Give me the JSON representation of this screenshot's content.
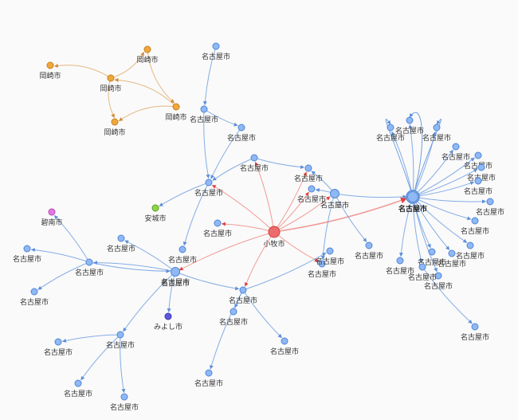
{
  "colors": {
    "default": "#8fb8f4",
    "default_stroke": "#4f86d6",
    "default_edge": "#6f9fe0",
    "okazaki": "#f0a83c",
    "okazaki_stroke": "#c7801a",
    "okazaki_edge": "#e0aa6a",
    "komaki": "#ee6b6b",
    "komaki_stroke": "#c94343",
    "komaki_edge": "#ef8a84",
    "anjo": "#8ed44a",
    "anjo_stroke": "#5f9d25",
    "hekinan": "#e476e6",
    "hekinan_stroke": "#b049b2",
    "miyoshi": "#5d57e0",
    "miyoshi_stroke": "#3a35a8"
  },
  "nodes": [
    {
      "id": "ok1",
      "label": "岡崎市",
      "group": "okazaki"
    },
    {
      "id": "ok2",
      "label": "岡崎市",
      "group": "okazaki"
    },
    {
      "id": "ok3",
      "label": "岡崎市",
      "group": "okazaki"
    },
    {
      "id": "ok4",
      "label": "岡崎市",
      "group": "okazaki"
    },
    {
      "id": "ok5",
      "label": "岡崎市",
      "group": "okazaki"
    },
    {
      "id": "n_top",
      "label": "名古屋市",
      "group": "default"
    },
    {
      "id": "n_a",
      "label": "名古屋市",
      "group": "default"
    },
    {
      "id": "n_b",
      "label": "名古屋市",
      "group": "default"
    },
    {
      "id": "n_c",
      "label": "名古屋市",
      "group": "default"
    },
    {
      "id": "n_d",
      "label": "名古屋市",
      "group": "default"
    },
    {
      "id": "n_e",
      "label": "名古屋市",
      "group": "default"
    },
    {
      "id": "n_f",
      "label": "名古屋市",
      "group": "default"
    },
    {
      "id": "n_g",
      "label": "名古屋市",
      "group": "default"
    },
    {
      "id": "n_h",
      "label": "名古屋市",
      "group": "default"
    },
    {
      "id": "n_i",
      "label": "名古屋市",
      "group": "default"
    },
    {
      "id": "n_j",
      "label": "名古屋市",
      "group": "default"
    },
    {
      "id": "n_k",
      "label": "名古屋市",
      "group": "default"
    },
    {
      "id": "komaki",
      "label": "小牧市",
      "group": "komaki"
    },
    {
      "id": "anjo",
      "label": "安城市",
      "group": "anjo"
    },
    {
      "id": "hekinan",
      "label": "碧南市",
      "group": "hekinan"
    },
    {
      "id": "miyoshi",
      "label": "みよし市",
      "group": "miyoshi"
    },
    {
      "id": "n_l",
      "label": "名古屋市",
      "group": "default"
    },
    {
      "id": "n_m",
      "label": "名古屋市",
      "group": "default"
    },
    {
      "id": "n_n",
      "label": "名古屋市",
      "group": "default"
    },
    {
      "id": "n_o",
      "label": "名古屋市",
      "group": "default"
    },
    {
      "id": "n_p",
      "label": "名古屋市",
      "group": "default"
    },
    {
      "id": "n_q",
      "label": "名古屋市",
      "group": "default"
    },
    {
      "id": "n_r",
      "label": "名古屋市",
      "group": "default"
    },
    {
      "id": "n_s",
      "label": "名古屋市",
      "group": "default"
    },
    {
      "id": "n_t",
      "label": "名古屋市",
      "group": "default"
    },
    {
      "id": "n_u",
      "label": "名古屋市",
      "group": "default"
    },
    {
      "id": "n_v",
      "label": "名古屋市",
      "group": "default"
    },
    {
      "id": "n_w",
      "label": "名古屋市",
      "group": "default"
    },
    {
      "id": "n_x",
      "label": "名古屋市",
      "group": "default"
    },
    {
      "id": "n_y",
      "label": "名古屋市",
      "group": "default"
    },
    {
      "id": "n_z",
      "label": "名古屋市",
      "group": "default"
    },
    {
      "id": "hub",
      "label": "名古屋市",
      "group": "default",
      "bold": true
    },
    {
      "id": "h1",
      "label": "名古屋市",
      "group": "default"
    },
    {
      "id": "h2",
      "label": "名古屋市",
      "group": "default"
    },
    {
      "id": "h3",
      "label": "名古屋市",
      "group": "default"
    },
    {
      "id": "h4",
      "label": "名古屋市",
      "group": "default"
    },
    {
      "id": "h5",
      "label": "名古屋市",
      "group": "default"
    },
    {
      "id": "h6",
      "label": "名古屋市",
      "group": "default"
    },
    {
      "id": "h7",
      "label": "名古屋市",
      "group": "default"
    },
    {
      "id": "h8",
      "label": "名古屋市",
      "group": "default"
    },
    {
      "id": "h9",
      "label": "名古屋市",
      "group": "default"
    },
    {
      "id": "h10",
      "label": "名古屋市",
      "group": "default"
    },
    {
      "id": "h11",
      "label": "名古屋市",
      "group": "default"
    },
    {
      "id": "h12",
      "label": "名古屋市",
      "group": "default"
    },
    {
      "id": "h13",
      "label": "名古屋市",
      "group": "default"
    },
    {
      "id": "h14",
      "label": "名古屋市",
      "group": "default"
    },
    {
      "id": "h15",
      "label": "名古屋市",
      "group": "default"
    },
    {
      "id": "h16",
      "label": "名古屋市",
      "group": "default"
    }
  ],
  "edges": [
    {
      "from": "ok2",
      "to": "ok1",
      "group": "okazaki"
    },
    {
      "from": "ok2",
      "to": "ok3",
      "group": "okazaki"
    },
    {
      "from": "ok2",
      "to": "ok5",
      "group": "okazaki"
    },
    {
      "from": "ok3",
      "to": "ok4",
      "group": "okazaki"
    },
    {
      "from": "ok4",
      "to": "ok2",
      "group": "okazaki"
    },
    {
      "from": "ok4",
      "to": "ok5",
      "group": "okazaki"
    },
    {
      "from": "n_top",
      "to": "n_a",
      "group": "default"
    },
    {
      "from": "n_a",
      "to": "n_b",
      "group": "default"
    },
    {
      "from": "n_a",
      "to": "n_d",
      "group": "default"
    },
    {
      "from": "n_b",
      "to": "n_d",
      "group": "default"
    },
    {
      "from": "n_c",
      "to": "n_d",
      "group": "default"
    },
    {
      "from": "n_c",
      "to": "n_l",
      "group": "default"
    },
    {
      "from": "n_d",
      "to": "anjo",
      "group": "default"
    },
    {
      "from": "n_d",
      "to": "n_f",
      "group": "default"
    },
    {
      "from": "komaki",
      "to": "n_d",
      "group": "komaki"
    },
    {
      "from": "komaki",
      "to": "n_c",
      "group": "komaki"
    },
    {
      "from": "komaki",
      "to": "n_e",
      "group": "komaki"
    },
    {
      "from": "komaki",
      "to": "n_l",
      "group": "komaki"
    },
    {
      "from": "komaki",
      "to": "n_m",
      "group": "komaki"
    },
    {
      "from": "komaki",
      "to": "n_g",
      "group": "komaki"
    },
    {
      "from": "komaki",
      "to": "n_k",
      "group": "komaki"
    },
    {
      "from": "komaki",
      "to": "n_n",
      "group": "komaki"
    },
    {
      "from": "komaki",
      "to": "n_o",
      "group": "komaki"
    },
    {
      "from": "komaki",
      "to": "hub",
      "group": "komaki"
    },
    {
      "from": "n_g",
      "to": "n_h",
      "group": "default"
    },
    {
      "from": "n_h",
      "to": "n_j",
      "group": "default"
    },
    {
      "from": "n_h",
      "to": "n_i",
      "group": "default"
    },
    {
      "from": "n_h",
      "to": "miyoshi",
      "group": "default"
    },
    {
      "from": "n_h",
      "to": "n_k",
      "group": "default"
    },
    {
      "from": "n_h",
      "to": "n_q",
      "group": "default"
    },
    {
      "from": "n_i",
      "to": "n_h",
      "group": "default"
    },
    {
      "from": "n_i",
      "to": "hekinan",
      "group": "default"
    },
    {
      "from": "n_i",
      "to": "ok_dummy",
      "group": "none"
    },
    {
      "from": "n_i",
      "to": "n_r",
      "group": "default"
    },
    {
      "from": "n_i",
      "to": "n_s",
      "group": "default"
    },
    {
      "from": "n_q",
      "to": "n_t",
      "group": "default"
    },
    {
      "from": "n_q",
      "to": "n_u",
      "group": "default"
    },
    {
      "from": "n_q",
      "to": "n_v",
      "group": "default"
    },
    {
      "from": "n_k",
      "to": "n_p",
      "group": "default"
    },
    {
      "from": "n_k",
      "to": "n_w",
      "group": "default"
    },
    {
      "from": "n_k",
      "to": "n_x",
      "group": "default"
    },
    {
      "from": "n_k",
      "to": "n_y",
      "group": "default"
    },
    {
      "from": "n_o",
      "to": "hub",
      "group": "default"
    },
    {
      "from": "n_o",
      "to": "n_l",
      "group": "default"
    },
    {
      "from": "n_o",
      "to": "n_m",
      "group": "default"
    },
    {
      "from": "n_o",
      "to": "n_n",
      "group": "default"
    },
    {
      "from": "n_o",
      "to": "n_z",
      "group": "default"
    },
    {
      "from": "n_o",
      "to": "n_c2",
      "group": "none"
    },
    {
      "from": "hub",
      "to": "h1",
      "group": "default"
    },
    {
      "from": "hub",
      "to": "h2",
      "group": "default"
    },
    {
      "from": "hub",
      "to": "h3",
      "group": "default"
    },
    {
      "from": "hub",
      "to": "h4",
      "group": "default"
    },
    {
      "from": "hub",
      "to": "h5",
      "group": "default"
    },
    {
      "from": "hub",
      "to": "h6",
      "group": "default"
    },
    {
      "from": "hub",
      "to": "h7",
      "group": "default"
    },
    {
      "from": "hub",
      "to": "h8",
      "group": "default"
    },
    {
      "from": "hub",
      "to": "h9",
      "group": "default"
    },
    {
      "from": "hub",
      "to": "h10",
      "group": "default"
    },
    {
      "from": "hub",
      "to": "h11",
      "group": "default"
    },
    {
      "from": "hub",
      "to": "h12",
      "group": "default"
    },
    {
      "from": "hub",
      "to": "h13",
      "group": "default"
    },
    {
      "from": "hub",
      "to": "h14",
      "group": "default"
    },
    {
      "from": "hub",
      "to": "h15",
      "group": "default"
    },
    {
      "from": "h15",
      "to": "h16",
      "group": "default"
    }
  ]
}
